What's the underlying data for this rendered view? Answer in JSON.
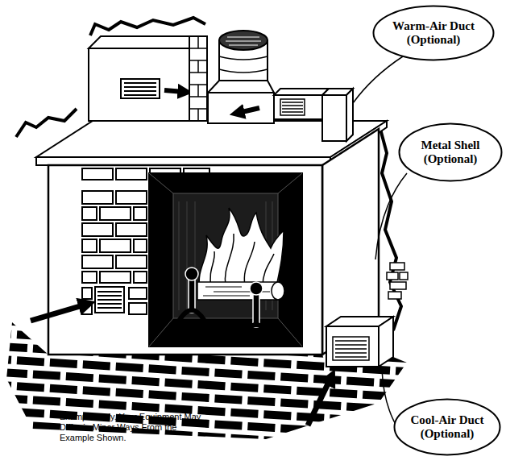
{
  "diagram": {
    "nodes": [
      {
        "text": [
          "Warm-Air Duct",
          "(Optional)"
        ]
      },
      {
        "text": [
          "Metal Shell",
          "(Optional)"
        ]
      },
      {
        "text": [
          "Cool-Air Duct",
          "(Optional)"
        ]
      }
    ],
    "labels": [
      "Example Only. Your Equipment May Differ in Minor Ways From the Example Shown."
    ]
  }
}
